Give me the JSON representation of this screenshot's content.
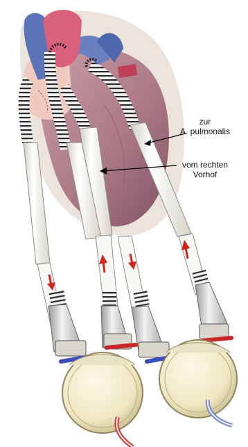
{
  "labels": {
    "pulmonalis": {
      "line1": "zur",
      "line2": "A. pulmonalis"
    },
    "vorhof": {
      "line1": "vom rechten",
      "line2": "Vorhof"
    }
  },
  "colors": {
    "heart_muscle": "#b98a94",
    "heart_shadow": "#8a5a66",
    "aorta": "#d9607a",
    "vein_blue": "#5b74b8",
    "tube_white": "#f4f2ea",
    "coil": "#e6e6e6",
    "bag_fill": "#f2eccf",
    "bag_rim": "#b7ae82",
    "arrow_red": "#d0241c",
    "valve_red": "#c8282a",
    "valve_blue": "#3b4db8",
    "hose_red": "#d33535",
    "hose_blue": "#7a86d6"
  }
}
